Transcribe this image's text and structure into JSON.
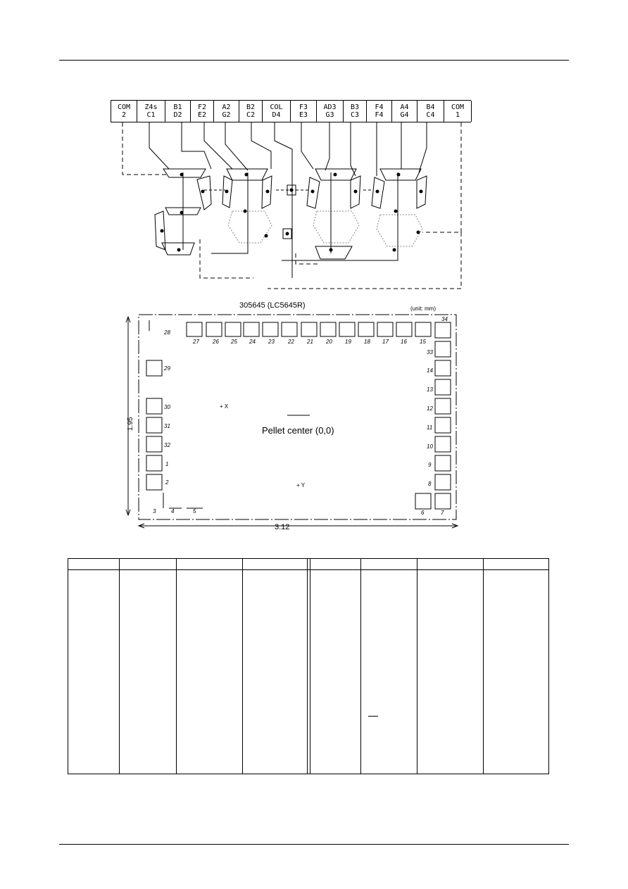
{
  "terminals": [
    {
      "top": "COM",
      "bottom": "2"
    },
    {
      "top": "Z4s",
      "bottom": "C1"
    },
    {
      "top": "B1",
      "bottom": "D2"
    },
    {
      "top": "F2",
      "bottom": "E2"
    },
    {
      "top": "A2",
      "bottom": "G2"
    },
    {
      "top": "B2",
      "bottom": "C2"
    },
    {
      "top": "COL",
      "bottom": "D4"
    },
    {
      "top": "F3",
      "bottom": "E3"
    },
    {
      "top": "AD3",
      "bottom": "G3"
    },
    {
      "top": "B3",
      "bottom": "C3"
    },
    {
      "top": "F4",
      "bottom": "F4"
    },
    {
      "top": "A4",
      "bottom": "G4"
    },
    {
      "top": "B4",
      "bottom": "C4"
    },
    {
      "top": "COM",
      "bottom": "1"
    }
  ],
  "pellet": {
    "title": "305645 (LC5645R)",
    "unit": "(unit: mm)",
    "center_label": "Pellet center (0,0)",
    "x_label": "+ X",
    "y_label": "+ Y",
    "width_dim": "3.12",
    "height_dim": "1.95",
    "pads_top": [
      "28",
      "27",
      "26",
      "25",
      "24",
      "23",
      "22",
      "21",
      "20",
      "19",
      "18",
      "17",
      "16",
      "15"
    ],
    "pads_right": [
      "34",
      "33",
      "14",
      "13",
      "12",
      "11",
      "10",
      "9",
      "8",
      "7"
    ],
    "pads_left": [
      "29",
      "30",
      "31",
      "32",
      "1",
      "2"
    ],
    "pads_bottom": [
      "3",
      "4",
      "5",
      "6"
    ]
  }
}
